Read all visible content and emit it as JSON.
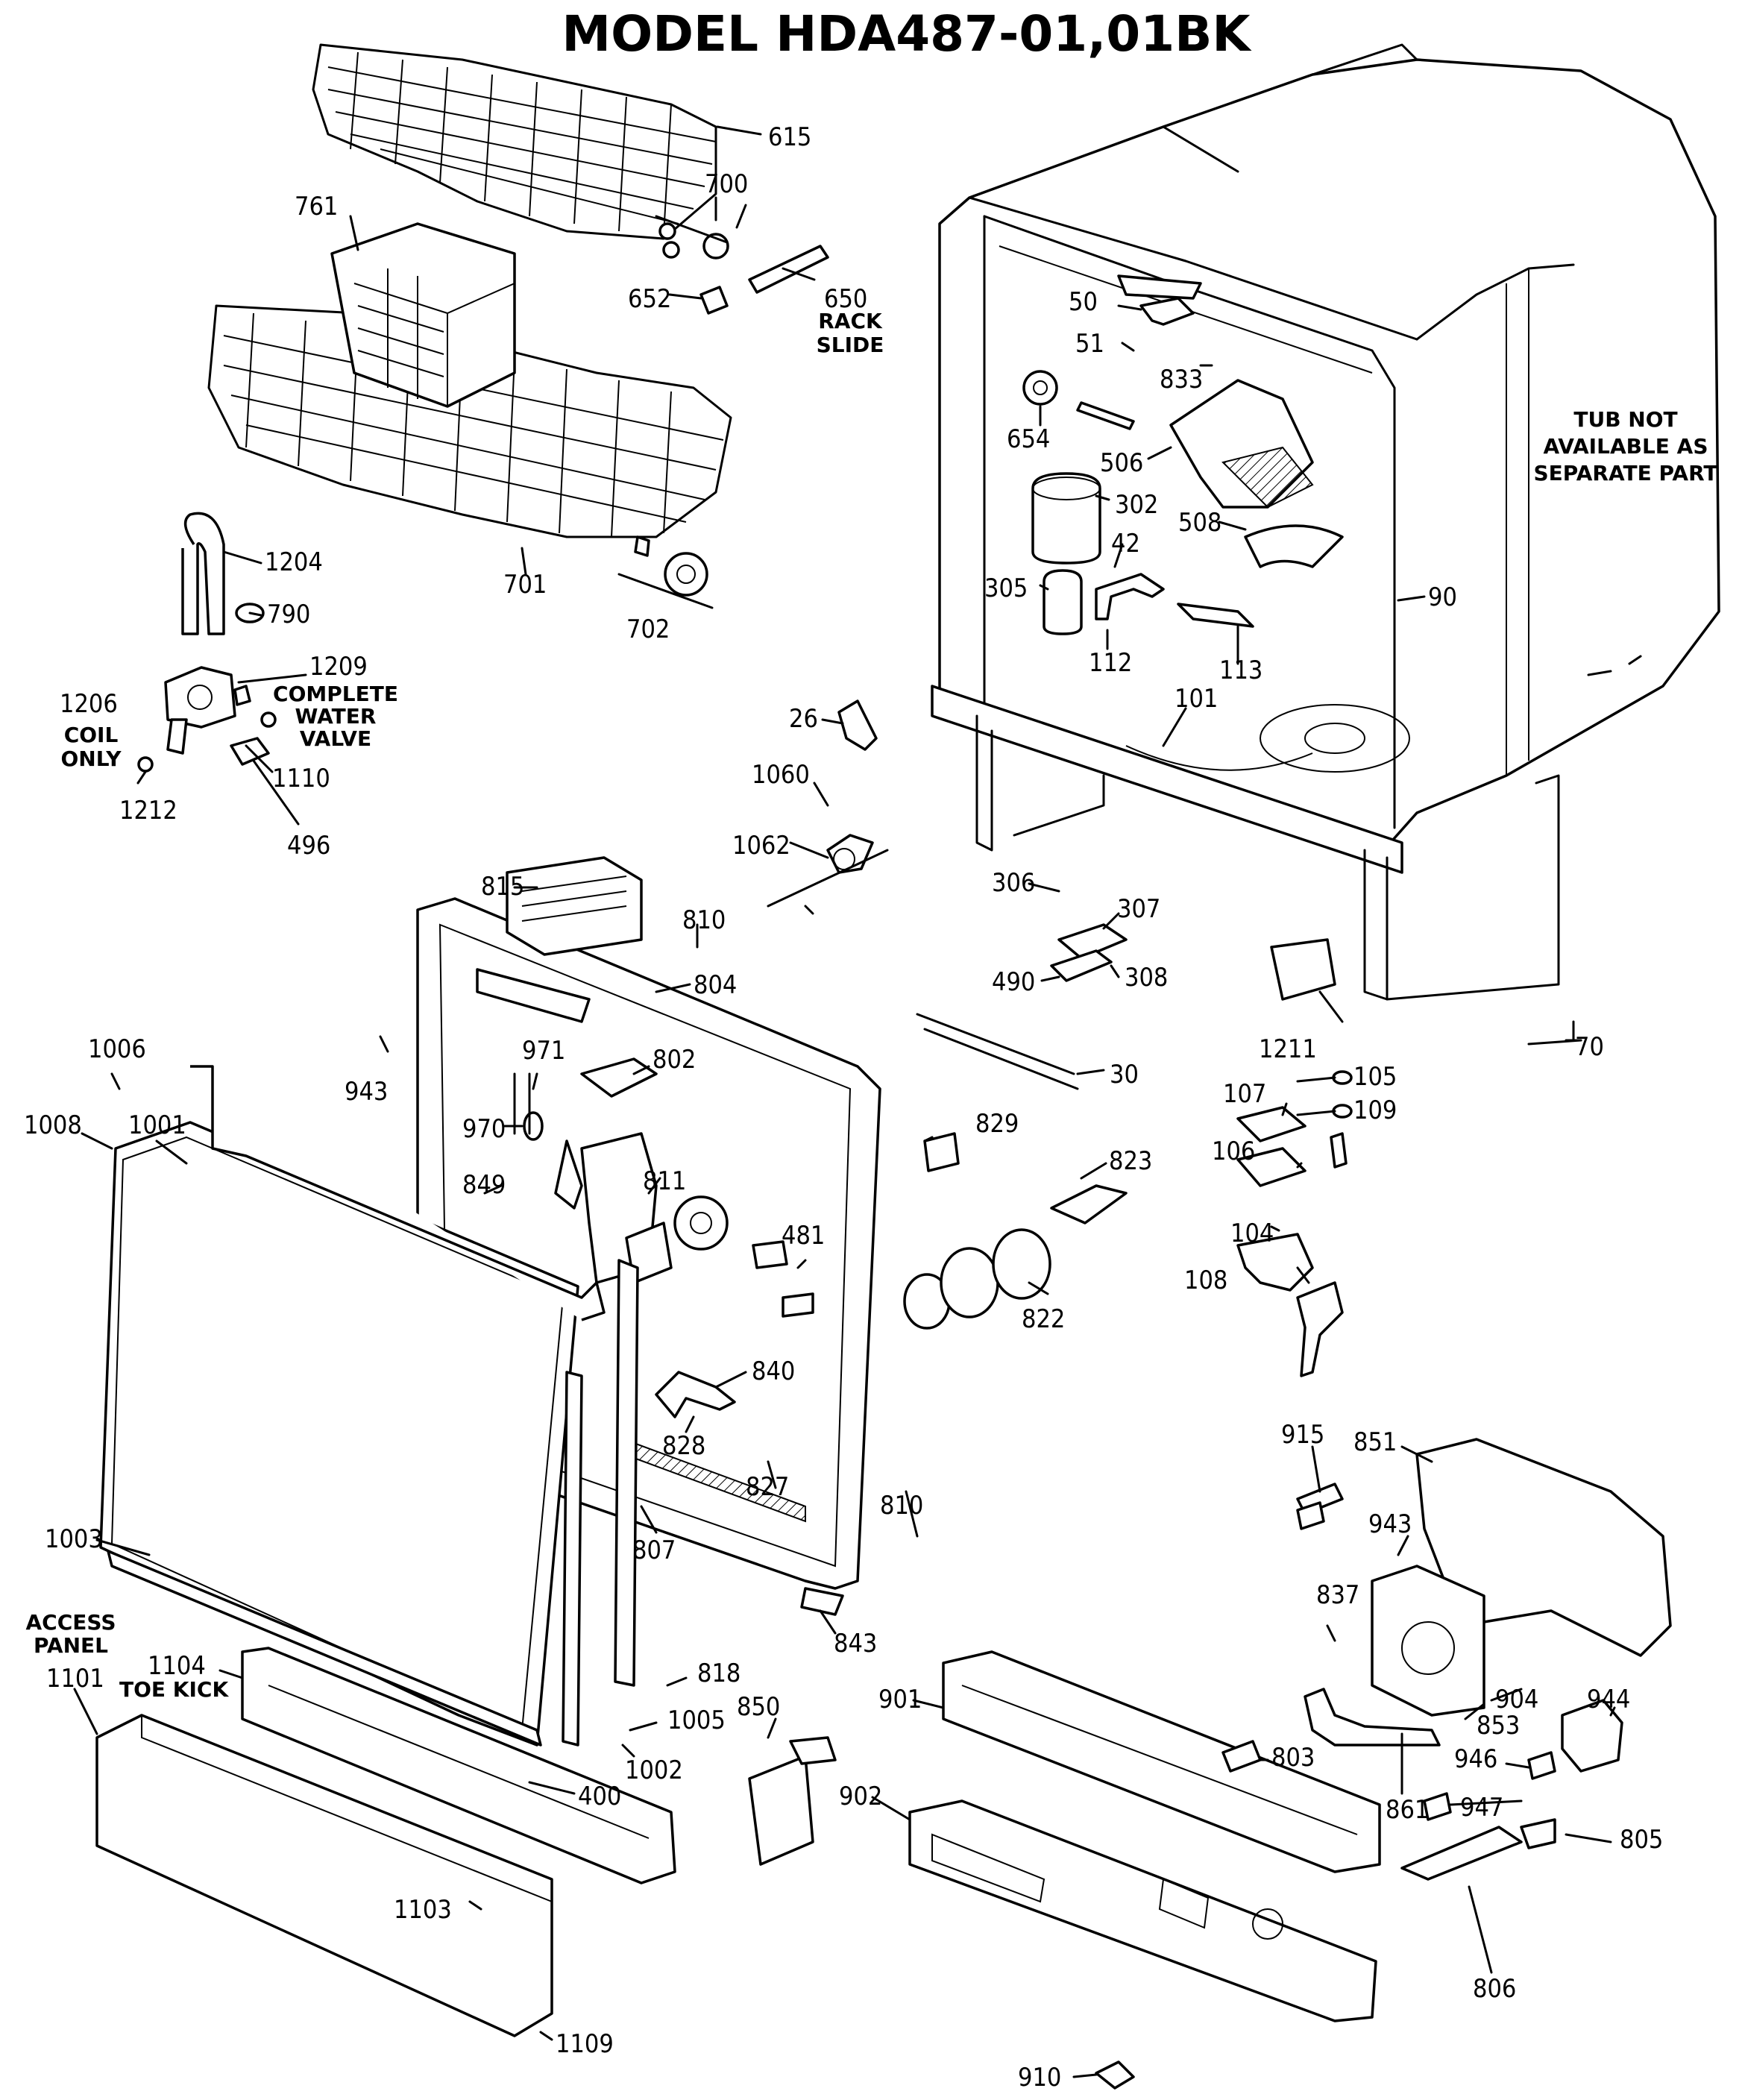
{
  "title": "MODEL HDA487-01,01BK",
  "notes": {
    "rack_slide": [
      "RACK",
      "SLIDE"
    ],
    "tub_note": [
      "TUB NOT",
      "AVAILABLE AS",
      "SEPARATE PART"
    ],
    "valve_note": [
      "COMPLETE",
      "WATER",
      "VALVE"
    ],
    "coil_note": [
      "COIL",
      "ONLY"
    ],
    "access_panel": [
      "ACCESS",
      "PANEL"
    ],
    "toe_kick": "TOE KICK"
  },
  "callouts": {
    "p615": "615",
    "p700": "700",
    "p761": "761",
    "p652": "652",
    "p650": "650",
    "p50": "50",
    "p51": "51",
    "p833": "833",
    "p654": "654",
    "p506": "506",
    "p302": "302",
    "p508": "508",
    "p42": "42",
    "p305": "305",
    "p112": "112",
    "p113": "113",
    "p90": "90",
    "p101": "101",
    "p1204": "1204",
    "p790": "790",
    "p701": "701",
    "p702": "702",
    "p1209": "1209",
    "p1206": "1206",
    "p1110": "1110",
    "p1212": "1212",
    "p496": "496",
    "p26": "26",
    "p1060": "1060",
    "p1062": "1062",
    "p306": "306",
    "p307": "307",
    "p308": "308",
    "p490": "490",
    "p30": "30",
    "p1211": "1211",
    "p70": "70",
    "p815": "815",
    "p810a": "810",
    "p804": "804",
    "p943a": "943",
    "p971": "971",
    "p802": "802",
    "p970": "970",
    "p849": "849",
    "p1006": "1006",
    "p1008": "1008",
    "p1001": "1001",
    "p811": "811",
    "p481": "481",
    "p840": "840",
    "p828": "828",
    "p827": "827",
    "p807": "807",
    "p829": "829",
    "p823": "823",
    "p822": "822",
    "p105": "105",
    "p109": "109",
    "p107": "107",
    "p106": "106",
    "p104": "104",
    "p108": "108",
    "p915": "915",
    "p851": "851",
    "p943b": "943",
    "p837": "837",
    "p904": "904",
    "p853": "853",
    "p944": "944",
    "p810b": "810",
    "p843": "843",
    "p1003": "1003",
    "p1104": "1104",
    "p1101": "1101",
    "p818": "818",
    "p1005": "1005",
    "p1002": "1002",
    "p850": "850",
    "p901": "901",
    "p803": "803",
    "p861": "861",
    "p946": "946",
    "p947": "947",
    "p805": "805",
    "p400": "400",
    "p902": "902",
    "p1103": "1103",
    "p806": "806",
    "p1109": "1109",
    "p910": "910"
  }
}
